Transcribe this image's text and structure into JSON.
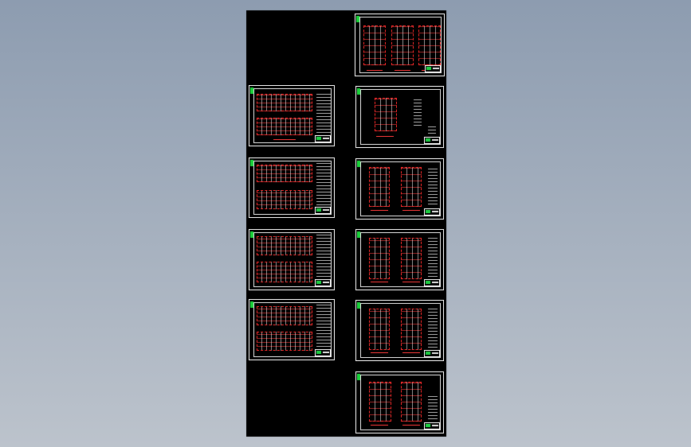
{
  "viewer": {
    "background_top": "#8d9cb0",
    "background_bottom": "#bcc3cc",
    "paper_color": "#000000",
    "frame_color": "#ffffff",
    "plan_line_color": "#ff2a2a",
    "title_tag_color": "#19d33a"
  },
  "layout": {
    "columns": 2,
    "left_column_sheet_count": 4,
    "right_column_sheet_count": 6
  },
  "sheets": [
    {
      "id": "right-1",
      "type": "foundation-plans-triple",
      "icon": "drawing-sheet-icon"
    },
    {
      "id": "left-1",
      "type": "long-building-plans",
      "icon": "drawing-sheet-icon"
    },
    {
      "id": "right-2",
      "type": "single-plan-with-notes",
      "icon": "drawing-sheet-icon"
    },
    {
      "id": "left-2",
      "type": "long-building-plans",
      "icon": "drawing-sheet-icon"
    },
    {
      "id": "right-3",
      "type": "double-plan-with-notes",
      "icon": "drawing-sheet-icon"
    },
    {
      "id": "left-3",
      "type": "long-building-plans",
      "icon": "drawing-sheet-icon"
    },
    {
      "id": "right-4",
      "type": "double-plan-with-notes",
      "icon": "drawing-sheet-icon"
    },
    {
      "id": "left-4",
      "type": "long-building-plans",
      "icon": "drawing-sheet-icon"
    },
    {
      "id": "right-5",
      "type": "double-plan-with-notes",
      "icon": "drawing-sheet-icon"
    },
    {
      "id": "right-6",
      "type": "double-plan-with-notes",
      "icon": "drawing-sheet-icon"
    }
  ]
}
